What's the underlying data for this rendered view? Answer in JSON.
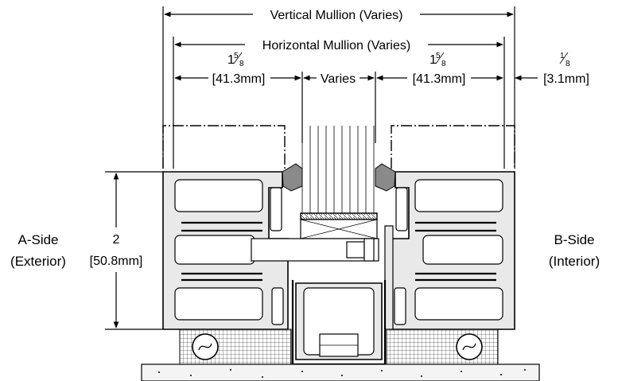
{
  "dimensions": {
    "vertical_mullion": "Vertical Mullion (Varies)",
    "horizontal_mullion": "Horizontal Mullion (Varies)",
    "left_fraction_whole": "1",
    "left_fraction_num": "5",
    "left_fraction_den": "8",
    "left_metric": "[41.3mm]",
    "varies": "Varies",
    "right_fraction_whole": "1",
    "right_fraction_num": "5",
    "right_fraction_den": "8",
    "right_metric": "[41.3mm]",
    "edge_fraction_num": "1",
    "edge_fraction_den": "8",
    "edge_metric": "[3.1mm]",
    "height_value": "2",
    "height_metric": "[50.8mm]"
  },
  "sides": {
    "a_side_line1": "A-Side",
    "a_side_line2": "(Exterior)",
    "b_side_line1": "B-Side",
    "b_side_line2": "(Interior)"
  }
}
